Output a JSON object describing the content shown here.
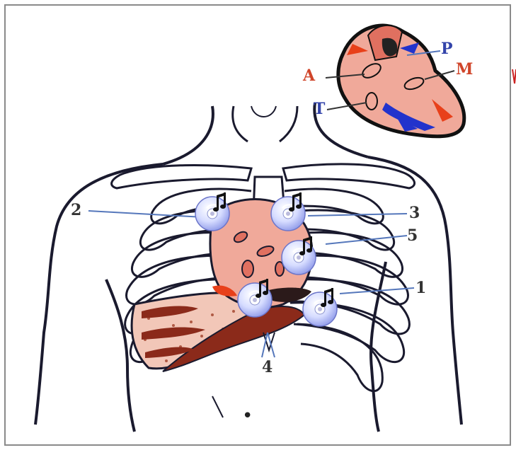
{
  "chest_labels": [
    "1",
    "2",
    "3",
    "4",
    "5"
  ],
  "heart_inset_labels": [
    "P",
    "M",
    "A",
    "T"
  ],
  "bottom_mark": "•",
  "audio_icons": [
    "audio-cd-icon",
    "audio-cd-icon",
    "audio-cd-icon",
    "audio-cd-icon",
    "audio-cd-icon"
  ],
  "colors": {
    "heart": "#f0a99a",
    "heart_dark": "#e07060",
    "liver": "#8b2a1a",
    "outline": "#1a1a2e",
    "arrow_red": "#e8401a",
    "arrow_blue": "#2233cc",
    "inset_label_red": "#d0452a",
    "inset_label_blue": "#3344aa",
    "leader_line": "#5577bb"
  }
}
